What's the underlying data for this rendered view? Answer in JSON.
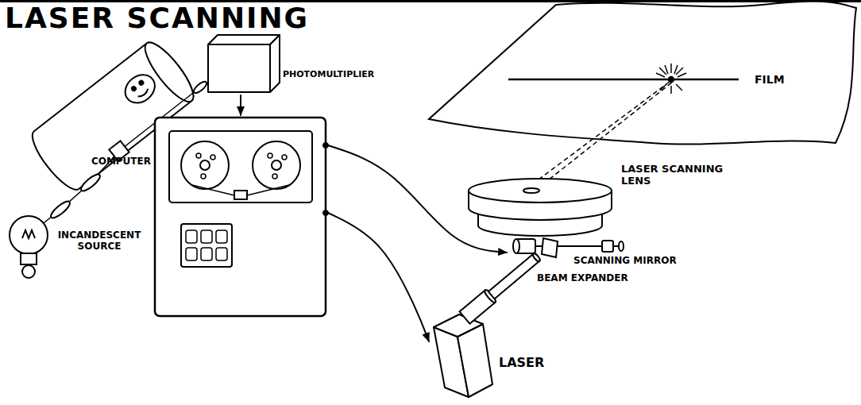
{
  "diagram": {
    "title": "LASER SCANNING",
    "nodes": [
      {
        "text": [
          "PHOTOMULTIPLIER"
        ]
      },
      {
        "text": [
          "COMPUTER"
        ]
      },
      {
        "text": [
          "SCANNING MIRROR"
        ]
      },
      {
        "text": [
          "LASER"
        ]
      }
    ],
    "edges": [
      {
        "from": 0,
        "to": 1,
        "arrow": "to"
      },
      {
        "from": 1,
        "to": 2,
        "arrow": "to"
      },
      {
        "from": 1,
        "to": 3,
        "arrow": "to"
      }
    ],
    "labels": [
      "FILM",
      "LASER SCANNING LENS",
      "INCANDESCENT SOURCE",
      "BEAM EXPANDER"
    ]
  }
}
